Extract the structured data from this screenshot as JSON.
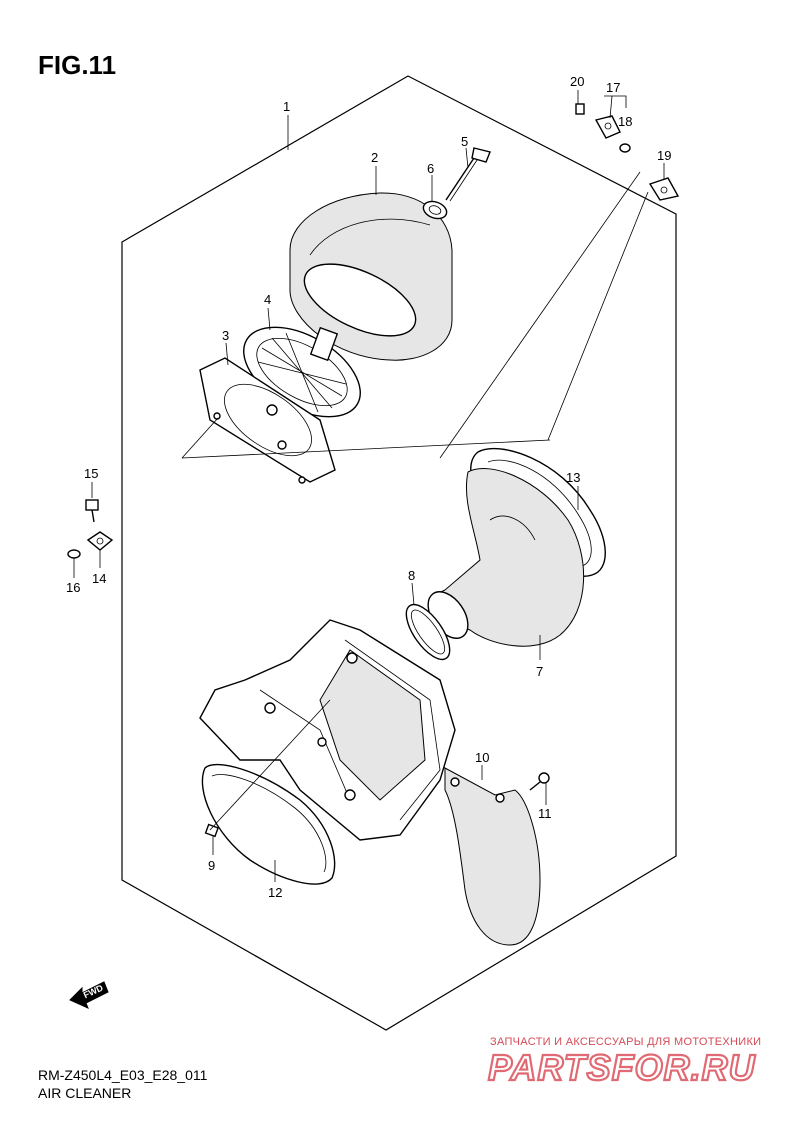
{
  "figure": {
    "title": "FIG.11",
    "model_code": "RM-Z450L4_E03_E28_011",
    "caption": "AIR CLEANER"
  },
  "callouts": [
    "1",
    "2",
    "3",
    "4",
    "5",
    "6",
    "7",
    "8",
    "9",
    "10",
    "11",
    "12",
    "13",
    "14",
    "15",
    "16",
    "17",
    "18",
    "19",
    "20"
  ],
  "fwd_label": "FWD",
  "watermark": {
    "tagline": "ЗАПЧАСТИ И АКСЕССУАРЫ ДЛЯ МОТОТЕХНИКИ",
    "logo": "PARTSFOR.RU"
  },
  "colors": {
    "line": "#000000",
    "watermark": "#e06a73",
    "background": "#ffffff"
  }
}
